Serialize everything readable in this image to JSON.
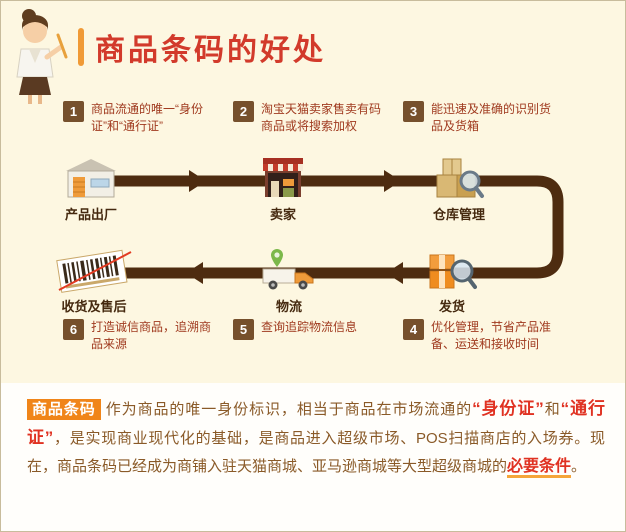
{
  "header": {
    "title": "商品条码的好处"
  },
  "steps": [
    {
      "num": "1",
      "text": "商品流通的唯一“身份证”和“通行证”"
    },
    {
      "num": "2",
      "text": "淘宝天猫卖家售卖有码商品或将搜索加权"
    },
    {
      "num": "3",
      "text": "能迅速及准确的识别货品及货箱"
    },
    {
      "num": "4",
      "text": "优化管理，节省产品准备、运送和接收时间"
    },
    {
      "num": "5",
      "text": "查询追踪物流信息"
    },
    {
      "num": "6",
      "text": "打造诚信商品，追溯商品来源"
    }
  ],
  "nodes": [
    {
      "label": "产品出厂",
      "icon": "factory-icon"
    },
    {
      "label": "卖家",
      "icon": "storefront-icon"
    },
    {
      "label": "仓库管理",
      "icon": "warehouse-magnifier-icon"
    },
    {
      "label": "发货",
      "icon": "shipping-box-magnifier-icon"
    },
    {
      "label": "物流",
      "icon": "delivery-truck-icon"
    },
    {
      "label": "收货及售后",
      "icon": "barcode-scan-icon"
    }
  ],
  "paragraph": {
    "tag": "商品条码",
    "t1": "作为商品的唯一身份标识，相当于商品在市场流通的",
    "em1": "“身份证”",
    "t2": "和",
    "em2": "“通行证”",
    "t3": "，是实现商业现代化的基础，是商品进入超级市场、POS扫描商店的入场券。现在，商品条码已经成为商铺入驻天猫商城、亚马逊商城等大型超级商城的",
    "em3": "必要条件",
    "t4": "。"
  },
  "colors": {
    "background": "#fdf7e1",
    "accent_orange": "#f08519",
    "title_red": "#d23a2b",
    "step_text_red": "#a03a1f",
    "badge_brown": "#76502c",
    "flow_path_brown": "#4e2c10",
    "paragraph_brown": "#8a5a28",
    "highlight_red": "#e03222"
  }
}
